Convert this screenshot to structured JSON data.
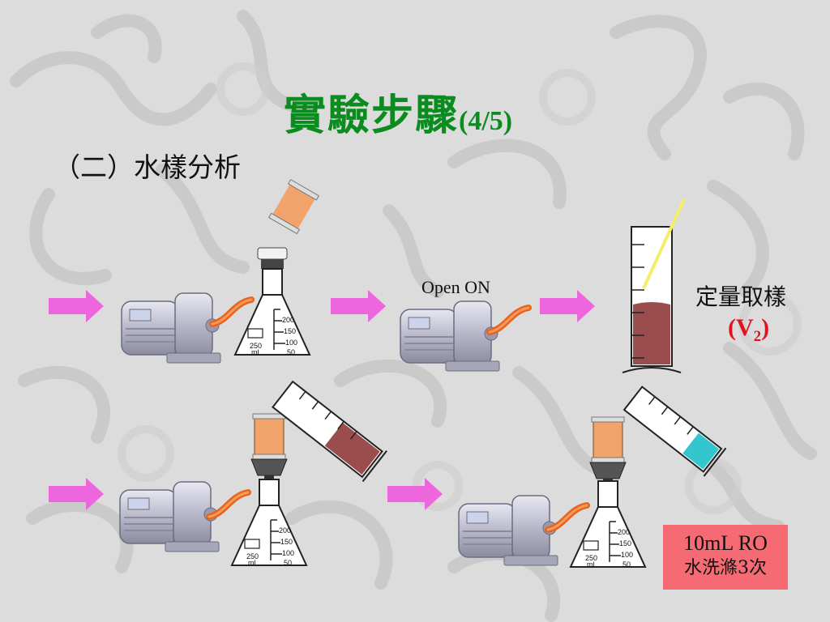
{
  "slide": {
    "title_main": "實驗步驟",
    "title_num": "(4/5)",
    "subtitle": "（二）水樣分析",
    "open_label": "Open ON",
    "sample_label": "定量取樣",
    "volume_open": "(",
    "volume_symbol": "V",
    "volume_sub": "2",
    "volume_close": ")",
    "rinse_line1": "10mL RO",
    "rinse_line2": "水洗滌3次",
    "flask_marks": [
      "200",
      "150",
      "100",
      "50"
    ],
    "flask_volume": "250",
    "flask_unit": "ml"
  },
  "colors": {
    "title": "#0a8c1e",
    "arrow": "#ee66dd",
    "sample_liquid": "#9b4d4d",
    "rinse_liquid": "#33c6cf",
    "rinse_box": "#f56a73",
    "hose": "#e8641e",
    "funnel": "#f0a36a",
    "volume_label": "#e0141e"
  }
}
